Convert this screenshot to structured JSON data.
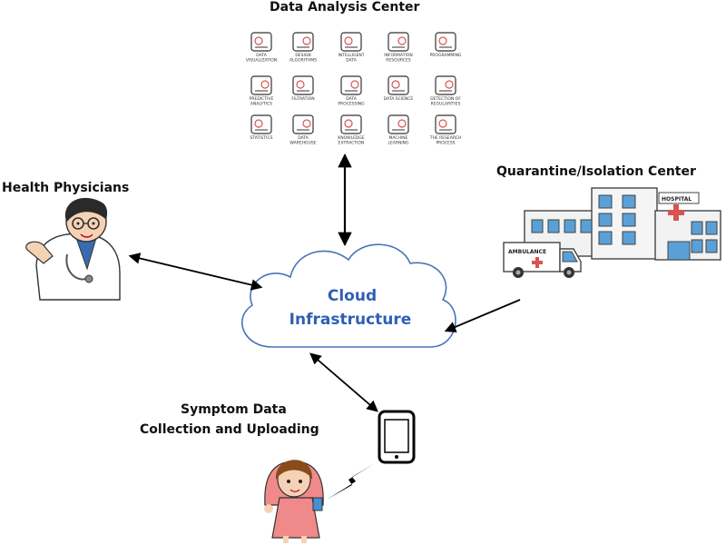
{
  "titles": {
    "data_center": "Data Analysis Center",
    "physicians": "Health Physicians",
    "quarantine": "Quarantine/Isolation Center",
    "symptom_line1": "Symptom Data",
    "symptom_line2": "Collection and Uploading"
  },
  "cloud": {
    "line1": "Cloud",
    "line2": "Infrastructure"
  },
  "data_icons": [
    {
      "label": "DATA VISUALIZATION",
      "icon": "eye-icon"
    },
    {
      "label": "DESIGN ALGORITHMS",
      "icon": "flowchart-icon"
    },
    {
      "label": "INTELLIGENT DATA",
      "icon": "brain-icon"
    },
    {
      "label": "INFORMATION RESOURCES",
      "icon": "network-icon"
    },
    {
      "label": "PROGRAMMING",
      "icon": "code-screen-icon"
    },
    {
      "label": "PREDICTIVE ANALYTICS",
      "icon": "clock-chart-icon"
    },
    {
      "label": "FILTRATION",
      "icon": "filter-cylinder-icon"
    },
    {
      "label": "DATA PROCESSING",
      "icon": "funnel-icon"
    },
    {
      "label": "DATA SCIENCE",
      "icon": "molecule-icon"
    },
    {
      "label": "DETECTION OF REGULARITIES",
      "icon": "graph-detect-icon"
    },
    {
      "label": "STATISTICS",
      "icon": "bar-chart-icon"
    },
    {
      "label": "DATA WAREHOUSE",
      "icon": "safe-icon"
    },
    {
      "label": "KNOWLEDGE EXTRACTION",
      "icon": "head-icon"
    },
    {
      "label": "MACHINE LEARNING",
      "icon": "robot-head-icon"
    },
    {
      "label": "THE RESEARCH PROCESS",
      "icon": "flask-icon"
    }
  ],
  "hospital": {
    "sign": "HOSPITAL",
    "vehicle": "AMBULANCE"
  },
  "colors": {
    "cloud_text": "#2f5fb3",
    "cloud_outline": "#4a72b8",
    "accent": "#d9534f",
    "window": "#5aa0d6",
    "arrow": "#000000"
  }
}
